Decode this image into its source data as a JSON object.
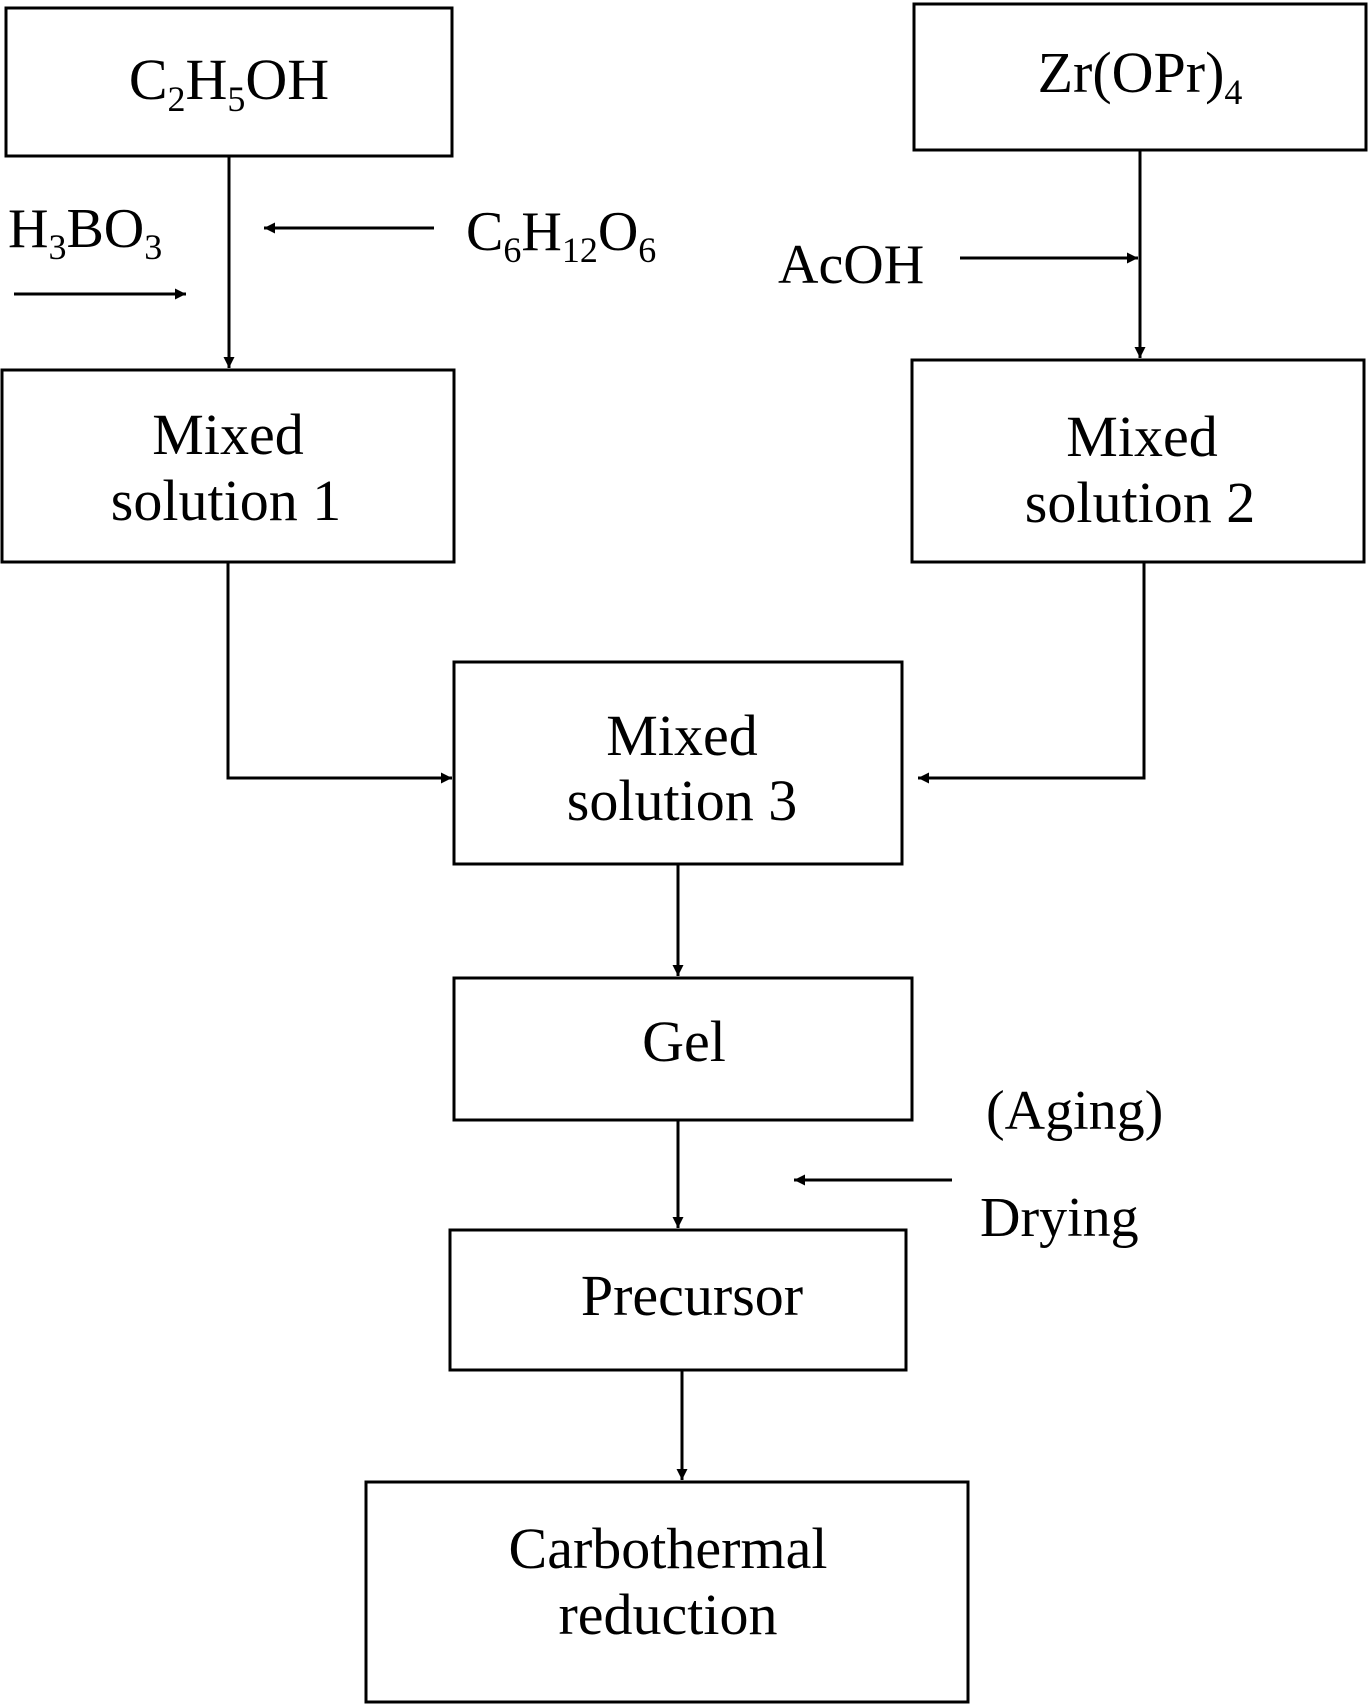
{
  "nodes": {
    "ethanol": {
      "main": "C",
      "s1": "2",
      "m2": "H",
      "s2": "5",
      "m3": "OH"
    },
    "zr": {
      "main": "Zr(OPr)",
      "s1": "4"
    },
    "mixed1": {
      "line1": "Mixed",
      "line2": "solution 1"
    },
    "mixed2": {
      "line1": "Mixed",
      "line2": "solution 2"
    },
    "mixed3": {
      "line1": "Mixed",
      "line2": "solution 3"
    },
    "gel": {
      "label": "Gel"
    },
    "precursor": {
      "label": "Precursor"
    },
    "carbo": {
      "line1": "Carbothermal",
      "line2": "reduction"
    }
  },
  "reagents": {
    "boric": {
      "m1": "H",
      "s1": "3",
      "m2": "BO",
      "s2": "3"
    },
    "glucose": {
      "m1": "C",
      "s1": "6",
      "m2": "H",
      "s2": "12",
      "m3": "O",
      "s3": "6"
    },
    "acoh": {
      "label": "AcOH"
    },
    "aging": {
      "label": "(Aging)"
    },
    "drying": {
      "label": "Drying"
    }
  },
  "colors": {
    "line": "#000000",
    "background": "#ffffff"
  }
}
